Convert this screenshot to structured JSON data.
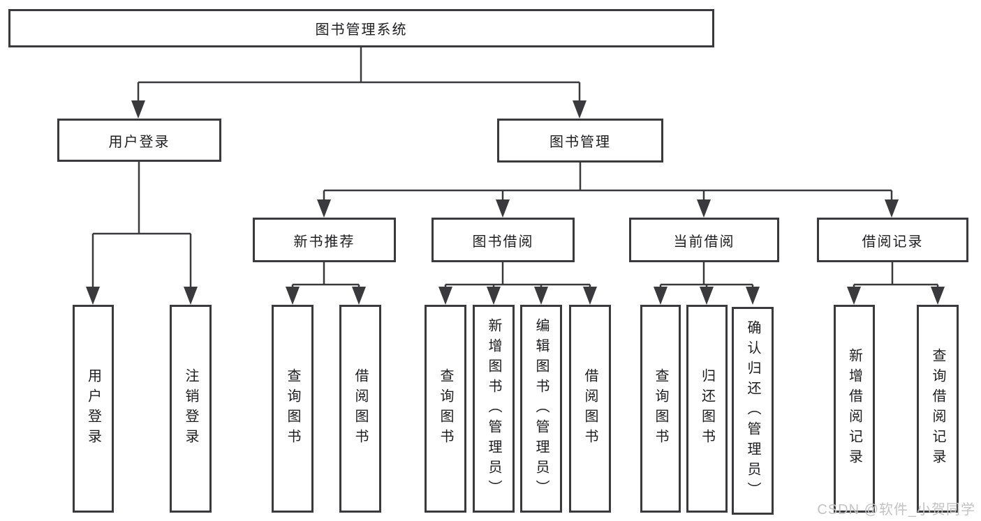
{
  "diagram": {
    "type": "tree",
    "title": "图书管理系统",
    "root": {
      "label": "图书管理系统",
      "children": [
        {
          "label": "用户登录",
          "children": [
            {
              "label": "用户登录"
            },
            {
              "label": "注销登录"
            }
          ]
        },
        {
          "label": "图书管理",
          "children": [
            {
              "label": "新书推荐",
              "children": [
                {
                  "label": "查询图书"
                },
                {
                  "label": "借阅图书"
                }
              ]
            },
            {
              "label": "图书借阅",
              "children": [
                {
                  "label": "查询图书"
                },
                {
                  "label": "新增图书（管理员）"
                },
                {
                  "label": "编辑图书（管理员）"
                },
                {
                  "label": "借阅图书"
                }
              ]
            },
            {
              "label": "当前借阅",
              "children": [
                {
                  "label": "查询图书"
                },
                {
                  "label": "归还图书"
                },
                {
                  "label": "确认归还（管理员）"
                }
              ]
            },
            {
              "label": "借阅记录",
              "children": [
                {
                  "label": "新增借阅记录"
                },
                {
                  "label": "查询借阅记录"
                }
              ]
            }
          ]
        }
      ]
    }
  },
  "watermark": {
    "text": "CSDN @软件_小贺同学"
  },
  "colors": {
    "line": "#3a3a3c",
    "box_border": "#3a3a3c",
    "text": "#1d1d1f",
    "watermark": "#c3c3c3",
    "background": "#ffffff"
  }
}
